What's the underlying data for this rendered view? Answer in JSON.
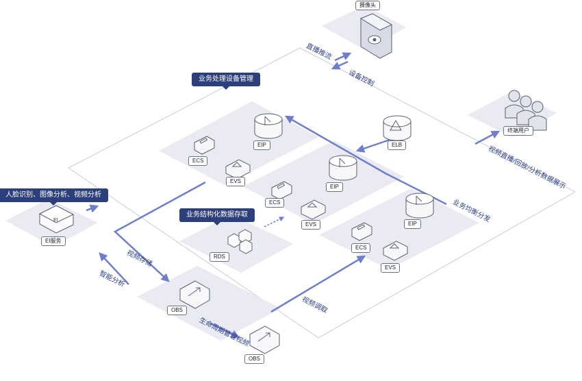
{
  "callouts": {
    "business_mgmt": "业务处理设备管理",
    "face_analysis": "人脸识别、图像分析、视频分析",
    "structured_storage": "业务结构化数据存取"
  },
  "nodes": {
    "camera": "摄像头",
    "end_user": "终端用户",
    "ei_service": "EI服务",
    "ecs_1": "ECS",
    "evs_1": "EVS",
    "eip_1": "EIP",
    "elb": "ELB",
    "ecs_2": "ECS",
    "evs_2": "EVS",
    "eip_2": "EIP",
    "ecs_3": "ECS",
    "evs_3": "EVS",
    "eip_3": "EIP",
    "rds": "RDS",
    "obs_1": "OBS",
    "obs_2": "OBS"
  },
  "flows": {
    "live_push": "直播推流",
    "device_control": "设备控制",
    "video_display": "视频直播/回放/分析数据展示",
    "load_balance": "业务均衡分发",
    "video_storage": "视频存储",
    "smart_analysis": "智能分析",
    "video_fetch": "视频调取",
    "lifecycle": "生命周期管理视频"
  },
  "colors": {
    "accent": "#6e7dcc",
    "callout_bg": "#2c3f7a",
    "panel": "#e9eaf2",
    "label_text": "#2b3f86"
  }
}
